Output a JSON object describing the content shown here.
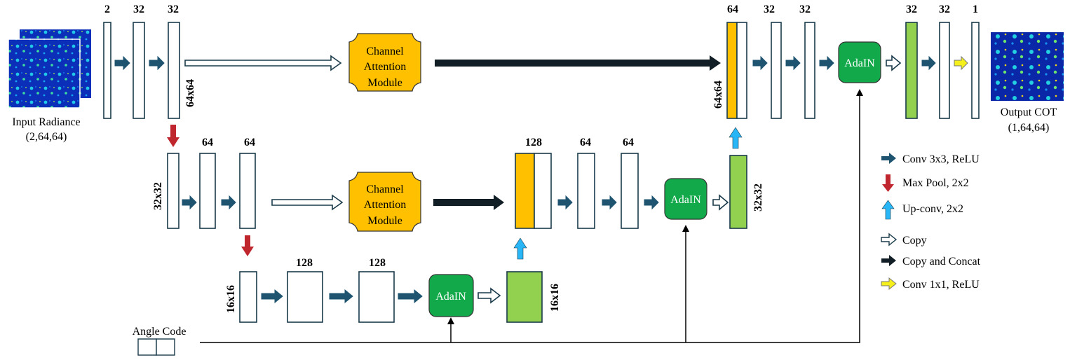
{
  "colors": {
    "conv_arrow": "#1f5470",
    "maxpool_arrow": "#c0262d",
    "upconv_arrow": "#29b6f6",
    "copy_concat_arrow": "#111e26",
    "conv1x1_arrow": "#f5ef1b",
    "attention": "#ffc000",
    "adain": "#12a94b",
    "decoder_block": "#92d050",
    "concat_block": "#ffc000"
  },
  "channels": {
    "enc1_in": "2",
    "enc1_a": "32",
    "enc1_b": "32",
    "enc2_a": "64",
    "enc2_b": "64",
    "enc3_a": "128",
    "enc3_b": "128",
    "dec2_concat": "128",
    "dec2_a": "64",
    "dec2_b": "64",
    "dec1_concat": "64",
    "dec1_a": "32",
    "dec1_b": "32",
    "out_a": "32",
    "out_b": "32",
    "out_c": "1"
  },
  "sizes": {
    "level1_left": "64x64",
    "level1_right": "64x64",
    "level2_left": "32x32",
    "level2_right": "32x32",
    "level3_left": "16x16",
    "level3_right": "16x16"
  },
  "modules": {
    "attention_line1": "Channel",
    "attention_line2": "Attention",
    "attention_line3": "Module",
    "adain": "AdaIN"
  },
  "input": {
    "label": "Input Radiance",
    "shape": "(2,64,64)"
  },
  "output": {
    "label": "Output COT",
    "shape": "(1,64,64)"
  },
  "angle_code": "Angle Code",
  "legend": [
    {
      "icon": "conv-arrow-icon",
      "label": "Conv 3x3, ReLU"
    },
    {
      "icon": "maxpool-arrow-icon",
      "label": "Max Pool, 2x2"
    },
    {
      "icon": "upconv-arrow-icon",
      "label": "Up-conv, 2x2"
    },
    {
      "icon": "copy-arrow-icon",
      "label": "Copy"
    },
    {
      "icon": "copy-concat-arrow-icon",
      "label": "Copy and Concat"
    },
    {
      "icon": "conv1x1-arrow-icon",
      "label": "Conv 1x1, ReLU"
    }
  ]
}
